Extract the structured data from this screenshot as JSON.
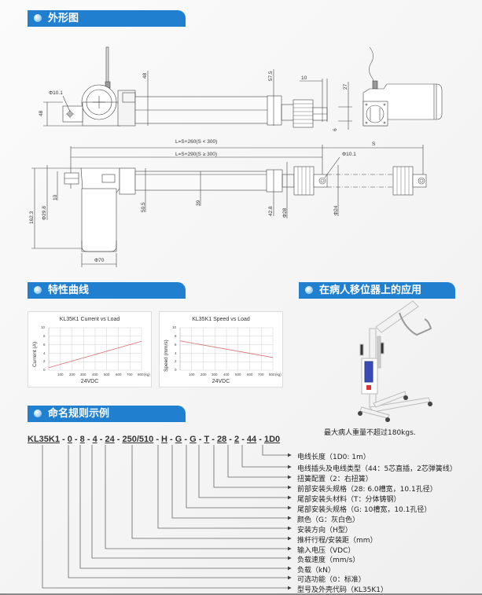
{
  "sections": {
    "outline": {
      "title": "外形图"
    },
    "curves": {
      "title": "特性曲线"
    },
    "application": {
      "title": "在病人移位器上的应用",
      "caption": "最大病人重量不超过180kgs."
    },
    "naming": {
      "title": "命名规则示例"
    }
  },
  "dimensions": {
    "top_view": {
      "phi_hole": "Φ10.1",
      "height_left": "48",
      "height_body": "48",
      "h_57_5": "57.5",
      "w_10": "10",
      "h_27": "27",
      "w_6": "6"
    },
    "side_view": {
      "length_short": "L=S+260(S < 300)",
      "length_long": "L=S+290(S ≥ 300)",
      "stroke": "S",
      "phi_hole": "Φ10.1",
      "h_162_3": "162.3",
      "phi_29_8": "Φ29.8",
      "w_10": "10",
      "h_50_5": "50.5",
      "h_39": "39",
      "h_42_8": "42.8",
      "phi_28": "Φ28",
      "phi_24": "Φ24",
      "phi_70": "Φ70"
    }
  },
  "chart_data": [
    {
      "type": "line",
      "title": "KL35K1 Current vs Load",
      "xlabel": "24VDC",
      "ylabel": "Current (A)",
      "x_unit": "(kg)",
      "x": [
        0,
        100,
        200,
        300,
        400,
        500,
        600,
        700,
        800
      ],
      "x_ticks": [
        "100",
        "200",
        "300",
        "400",
        "500",
        "600",
        "700",
        "800"
      ],
      "y_ticks": [
        "0",
        "2",
        "4",
        "6",
        "8",
        "10"
      ],
      "ylim": [
        0,
        10
      ],
      "xlim": [
        0,
        800
      ],
      "grid": true,
      "series": [
        {
          "name": "Current",
          "color": "#d9707a",
          "values": [
            0.6,
            1.4,
            2.1,
            2.9,
            3.7,
            4.4,
            5.2,
            6.0,
            6.8
          ]
        }
      ]
    },
    {
      "type": "line",
      "title": "KL35K1 Speed vs Load",
      "xlabel": "24VDC",
      "ylabel": "Speed (mm/s)",
      "x_unit": "(kg)",
      "x": [
        0,
        100,
        200,
        300,
        400,
        500,
        600,
        700,
        800
      ],
      "x_ticks": [
        "100",
        "200",
        "300",
        "400",
        "500",
        "600",
        "700",
        "800"
      ],
      "y_ticks": [
        "0",
        "2",
        "4",
        "6",
        "8",
        "10"
      ],
      "ylim": [
        0,
        10
      ],
      "xlim": [
        0,
        800
      ],
      "grid": true,
      "series": [
        {
          "name": "Speed",
          "color": "#d9707a",
          "values": [
            6.9,
            6.4,
            5.9,
            5.4,
            5.0,
            4.5,
            4.0,
            3.5,
            3.0
          ]
        }
      ]
    }
  ],
  "naming": {
    "segments": [
      "KL35K1",
      "0",
      "8",
      "4",
      "24",
      "250/510",
      "H",
      "G",
      "G",
      "T",
      "28",
      "2",
      "44",
      "1D0"
    ],
    "separator": " - ",
    "legend": [
      "电线长度（1D0: 1m）",
      "电线插头及电线类型（44：5芯直插，2芯弹簧线）",
      "扭簧配置（2：右扭簧）",
      "前部安装头规格（28: 6.0槽宽，10.1孔径）",
      "尾部安装头材料（T：分体铸钢）",
      "尾部安装头规格（G: 10槽宽，10.1孔径）",
      "颜色（G：灰白色）",
      "安装方向（H型）",
      "推杆行程/安装距（mm）",
      "输入电压（VDC）",
      "负载速度（mm/s）",
      "负载（kN）",
      "可选功能（0：标准）",
      "型号及外壳代码（KL35K1）"
    ]
  },
  "colors": {
    "header_blue": "#2080cf",
    "curve": "#d9707a"
  }
}
